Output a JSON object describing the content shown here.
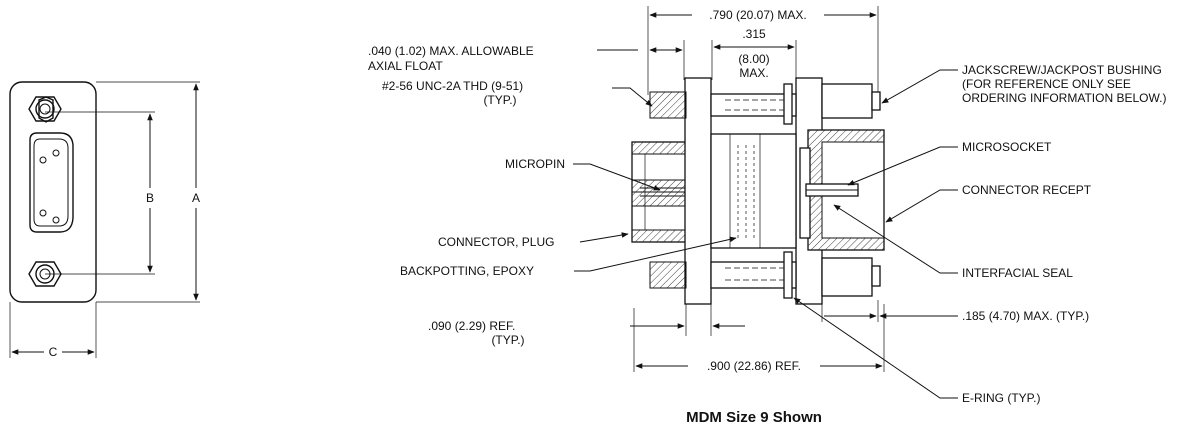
{
  "front_view": {
    "label_a": "A",
    "label_b": "B",
    "label_c": "C"
  },
  "side_view": {
    "dim_overall": ".790 (20.07) MAX.",
    "dim_315_line1": ".315",
    "dim_315_line2": "(8.00)",
    "dim_315_line3": "MAX.",
    "axial_float_line1": ".040 (1.02) MAX. ALLOWABLE",
    "axial_float_line2": "AXIAL FLOAT",
    "thread_line1": "#2-56 UNC-2A THD (9-51)",
    "thread_line2": "(TYP.)",
    "micropin": "MICROPIN",
    "connector_plug": "CONNECTOR, PLUG",
    "backpotting": "BACKPOTTING, EPOXY",
    "dim_090_line1": ".090 (2.29) REF.",
    "dim_090_line2": "(TYP.)",
    "dim_900": ".900 (22.86) REF.",
    "jackscrew_line1": "JACKSCREW/JACKPOST BUSHING",
    "jackscrew_line2": "(FOR REFERENCE ONLY SEE",
    "jackscrew_line3": "ORDERING INFORMATION BELOW.)",
    "microsocket": "MICROSOCKET",
    "connector_recept": "CONNECTOR RECEPT",
    "interfacial_seal": "INTERFACIAL SEAL",
    "dim_185": ".185 (4.70) MAX. (TYP.)",
    "ering": "E-RING (TYP.)"
  },
  "caption": "MDM Size 9 Shown"
}
